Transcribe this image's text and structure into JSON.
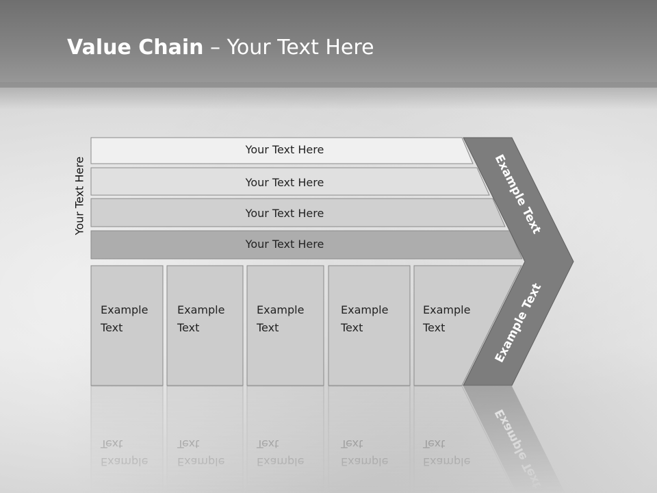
{
  "slide": {
    "title_bold": "Value Chain",
    "title_rest": " – Your Text Here",
    "side_label": "Your Text Here"
  },
  "rows": [
    {
      "label": "Your Text Here"
    },
    {
      "label": "Your Text Here"
    },
    {
      "label": "Your Text Here"
    },
    {
      "label": "Your Text Here"
    }
  ],
  "boxes": [
    {
      "line1": "Example",
      "line2": "Text"
    },
    {
      "line1": "Example",
      "line2": "Text"
    },
    {
      "line1": "Example",
      "line2": "Text"
    },
    {
      "line1": "Example",
      "line2": "Text"
    },
    {
      "line1": "Example",
      "line2": "Text"
    }
  ],
  "chevron": {
    "upper_text": "Example Text",
    "lower_text": "Example Text"
  },
  "colors": {
    "row_fills": [
      "#f0f0f0",
      "#e0e0e0",
      "#d0d0d0",
      "#adadad"
    ],
    "box_fill": "#cccccc",
    "chevron_fill": "#7d7d7d",
    "header": "#7a7a7a"
  }
}
